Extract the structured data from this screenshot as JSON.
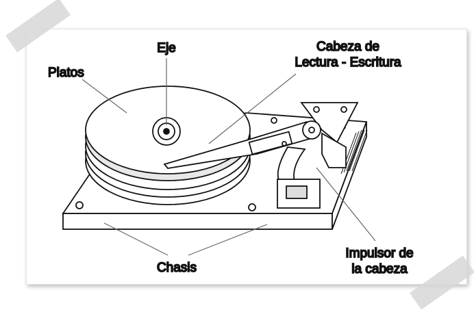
{
  "labels": {
    "spindle": "Eje",
    "platters": "Platos",
    "head_line1": "Cabeza de",
    "head_line2": "Lectura - Escritura",
    "actuator_line1": "Impulsor de",
    "actuator_line2": "la cabeza",
    "chassis": "Chasis"
  }
}
